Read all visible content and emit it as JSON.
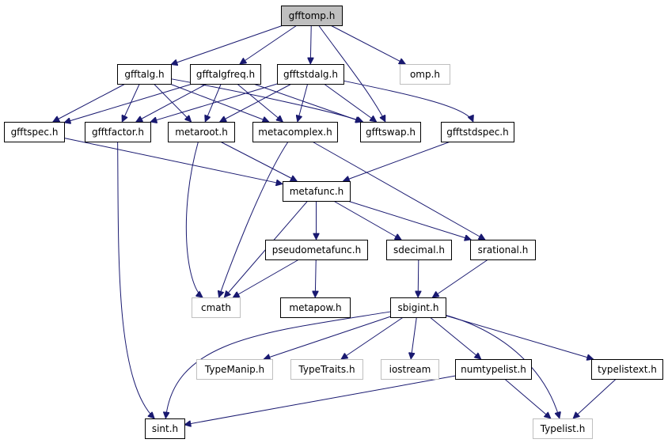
{
  "graph": {
    "title": "",
    "colors": {
      "edge": "#191970",
      "node_border_local": "#000000",
      "node_border_external": "#bfbfbf",
      "node_fill_root": "#bfbfbf",
      "node_fill": "#ffffff"
    },
    "nodes": [
      {
        "id": "gfftomp",
        "label": "gfftomp.h",
        "kind": "root"
      },
      {
        "id": "gfftalg",
        "label": "gfftalg.h",
        "kind": "local"
      },
      {
        "id": "gfftalgfreq",
        "label": "gfftalgfreq.h",
        "kind": "local"
      },
      {
        "id": "gfftstdalg",
        "label": "gfftstdalg.h",
        "kind": "local"
      },
      {
        "id": "omp",
        "label": "omp.h",
        "kind": "external"
      },
      {
        "id": "gfftspec",
        "label": "gfftspec.h",
        "kind": "local"
      },
      {
        "id": "gfftfactor",
        "label": "gfftfactor.h",
        "kind": "local"
      },
      {
        "id": "metaroot",
        "label": "metaroot.h",
        "kind": "local"
      },
      {
        "id": "metacomplex",
        "label": "metacomplex.h",
        "kind": "local"
      },
      {
        "id": "gfftswap",
        "label": "gfftswap.h",
        "kind": "local"
      },
      {
        "id": "gfftstdspec",
        "label": "gfftstdspec.h",
        "kind": "local"
      },
      {
        "id": "metafunc",
        "label": "metafunc.h",
        "kind": "local"
      },
      {
        "id": "pseudometafunc",
        "label": "pseudometafunc.h",
        "kind": "local"
      },
      {
        "id": "sdecimal",
        "label": "sdecimal.h",
        "kind": "local"
      },
      {
        "id": "srational",
        "label": "srational.h",
        "kind": "local"
      },
      {
        "id": "cmath",
        "label": "cmath",
        "kind": "external"
      },
      {
        "id": "metapow",
        "label": "metapow.h",
        "kind": "local"
      },
      {
        "id": "sbigint",
        "label": "sbigint.h",
        "kind": "local"
      },
      {
        "id": "typemanip",
        "label": "TypeManip.h",
        "kind": "external"
      },
      {
        "id": "typetraits",
        "label": "TypeTraits.h",
        "kind": "external"
      },
      {
        "id": "iostream",
        "label": "iostream",
        "kind": "external"
      },
      {
        "id": "numtypelist",
        "label": "numtypelist.h",
        "kind": "local"
      },
      {
        "id": "typelistext",
        "label": "typelistext.h",
        "kind": "local"
      },
      {
        "id": "sint",
        "label": "sint.h",
        "kind": "local"
      },
      {
        "id": "typelist",
        "label": "Typelist.h",
        "kind": "external"
      }
    ],
    "edges": [
      {
        "from": "gfftomp",
        "to": "gfftalg"
      },
      {
        "from": "gfftomp",
        "to": "gfftalgfreq"
      },
      {
        "from": "gfftomp",
        "to": "gfftstdalg"
      },
      {
        "from": "gfftomp",
        "to": "omp"
      },
      {
        "from": "gfftomp",
        "to": "gfftswap"
      },
      {
        "from": "gfftalg",
        "to": "gfftspec"
      },
      {
        "from": "gfftalg",
        "to": "gfftfactor"
      },
      {
        "from": "gfftalg",
        "to": "metaroot"
      },
      {
        "from": "gfftalg",
        "to": "metacomplex"
      },
      {
        "from": "gfftalg",
        "to": "gfftswap"
      },
      {
        "from": "gfftalgfreq",
        "to": "gfftspec"
      },
      {
        "from": "gfftalgfreq",
        "to": "gfftfactor"
      },
      {
        "from": "gfftalgfreq",
        "to": "metaroot"
      },
      {
        "from": "gfftalgfreq",
        "to": "metacomplex"
      },
      {
        "from": "gfftalgfreq",
        "to": "gfftswap"
      },
      {
        "from": "gfftstdalg",
        "to": "gfftfactor"
      },
      {
        "from": "gfftstdalg",
        "to": "metaroot"
      },
      {
        "from": "gfftstdalg",
        "to": "metacomplex"
      },
      {
        "from": "gfftstdalg",
        "to": "gfftswap"
      },
      {
        "from": "gfftstdalg",
        "to": "gfftstdspec"
      },
      {
        "from": "gfftspec",
        "to": "metafunc"
      },
      {
        "from": "gfftfactor",
        "to": "sint"
      },
      {
        "from": "metaroot",
        "to": "metafunc"
      },
      {
        "from": "metaroot",
        "to": "cmath"
      },
      {
        "from": "metacomplex",
        "to": "cmath"
      },
      {
        "from": "metacomplex",
        "to": "srational"
      },
      {
        "from": "gfftstdspec",
        "to": "metafunc"
      },
      {
        "from": "metafunc",
        "to": "pseudometafunc"
      },
      {
        "from": "metafunc",
        "to": "sdecimal"
      },
      {
        "from": "metafunc",
        "to": "srational"
      },
      {
        "from": "metafunc",
        "to": "cmath"
      },
      {
        "from": "pseudometafunc",
        "to": "cmath"
      },
      {
        "from": "pseudometafunc",
        "to": "metapow"
      },
      {
        "from": "sdecimal",
        "to": "sbigint"
      },
      {
        "from": "srational",
        "to": "sbigint"
      },
      {
        "from": "sbigint",
        "to": "sint"
      },
      {
        "from": "sbigint",
        "to": "typemanip"
      },
      {
        "from": "sbigint",
        "to": "typetraits"
      },
      {
        "from": "sbigint",
        "to": "iostream"
      },
      {
        "from": "sbigint",
        "to": "numtypelist"
      },
      {
        "from": "sbigint",
        "to": "typelist"
      },
      {
        "from": "sbigint",
        "to": "typelistext"
      },
      {
        "from": "numtypelist",
        "to": "sint"
      },
      {
        "from": "numtypelist",
        "to": "typelist"
      },
      {
        "from": "typelistext",
        "to": "typelist"
      }
    ]
  }
}
